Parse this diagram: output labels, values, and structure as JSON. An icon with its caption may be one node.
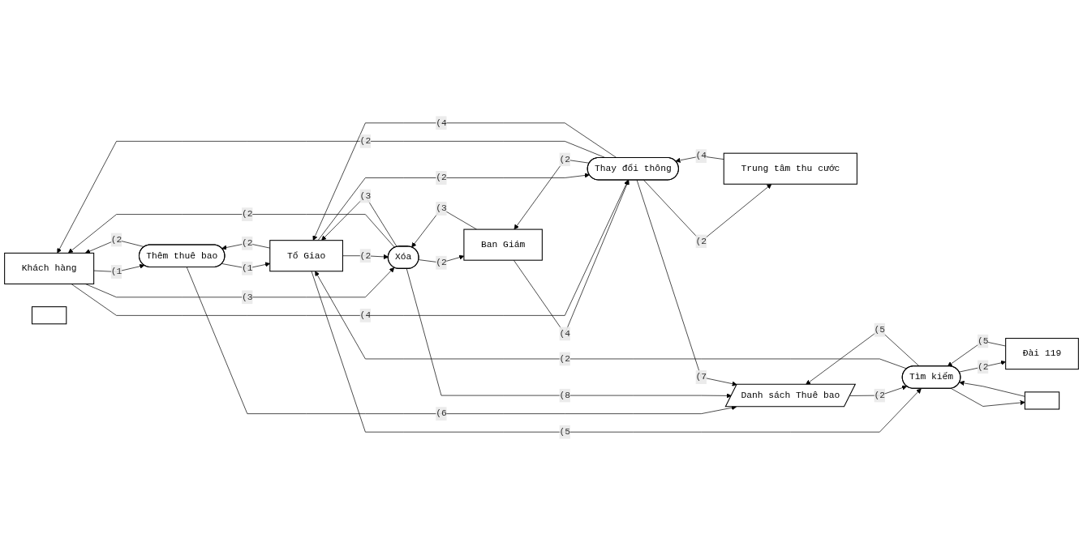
{
  "diagram": {
    "nodes": [
      {
        "text": [
          "Khách hàng"
        ]
      },
      {
        "text": [
          "Thêm thuê bao"
        ]
      },
      {
        "text": [
          "Ban Giám"
        ]
      },
      {
        "text": [
          "Xóa"
        ]
      },
      {
        "text": [
          "Đài 119"
        ]
      },
      {
        "text": [
          "Tổ Giao"
        ]
      },
      {
        "text": [
          "Trung tâm thu cước"
        ]
      },
      {
        "text": [
          "Tìm kiếm"
        ]
      },
      {
        "text": [
          "Danh sách Thuê bao"
        ]
      },
      {
        "text": [
          "Thay đổi thông"
        ]
      },
      {
        "text": [],
        "shape": "box"
      },
      {
        "text": [],
        "shape": "box"
      }
    ],
    "edges": [
      {
        "from": 0,
        "to": 1,
        "arrow": "to",
        "label": "(1"
      },
      {
        "from": 1,
        "to": 0,
        "arrow": "to",
        "label": "(2"
      },
      {
        "from": 1,
        "to": 5,
        "arrow": "to",
        "label": "(1"
      },
      {
        "from": 5,
        "to": 1,
        "arrow": "to",
        "label": "(2"
      },
      {
        "from": 1,
        "to": 8,
        "arrow": "to",
        "label": "(6"
      },
      {
        "from": 0,
        "to": 3,
        "arrow": "to",
        "label": "(3"
      },
      {
        "from": 3,
        "to": 0,
        "arrow": "to",
        "label": "(2"
      },
      {
        "from": 2,
        "to": 3,
        "arrow": "to",
        "label": "(3"
      },
      {
        "from": 3,
        "to": 2,
        "arrow": "to",
        "label": "(2"
      },
      {
        "from": 2,
        "to": 9,
        "arrow": "to",
        "label": "(4"
      },
      {
        "from": 9,
        "to": 2,
        "arrow": "to",
        "label": "(2"
      },
      {
        "from": 3,
        "to": 5,
        "arrow": "to",
        "label": "(3"
      },
      {
        "from": 5,
        "to": 3,
        "arrow": "to",
        "label": "(2"
      },
      {
        "from": 3,
        "to": 8,
        "arrow": "to",
        "label": "(8"
      },
      {
        "from": 0,
        "to": 9,
        "arrow": "to",
        "label": "(4"
      },
      {
        "from": 9,
        "to": 0,
        "arrow": "to",
        "label": "(2"
      },
      {
        "from": 9,
        "to": 5,
        "arrow": "to",
        "label": "(4"
      },
      {
        "from": 5,
        "to": 9,
        "arrow": "to",
        "label": "(2"
      },
      {
        "from": 4,
        "to": 7,
        "arrow": "to",
        "label": "(5"
      },
      {
        "from": 7,
        "to": 4,
        "arrow": "to",
        "label": "(2"
      },
      {
        "from": 5,
        "to": 7,
        "arrow": "to",
        "label": "(5"
      },
      {
        "from": 7,
        "to": 5,
        "arrow": "to",
        "label": "(2"
      },
      {
        "from": 7,
        "to": 8,
        "arrow": "to",
        "label": "(5"
      },
      {
        "from": 8,
        "to": 7,
        "arrow": "to",
        "label": "(2"
      },
      {
        "from": 9,
        "to": 8,
        "arrow": "to",
        "label": "(7"
      },
      {
        "from": 6,
        "to": 9,
        "arrow": "to",
        "label": "(4"
      },
      {
        "from": 9,
        "to": 6,
        "arrow": "to",
        "label": "(2"
      },
      {
        "from": 10,
        "to": 7,
        "arrow": "to"
      },
      {
        "from": 7,
        "to": 10,
        "arrow": "to"
      }
    ]
  }
}
